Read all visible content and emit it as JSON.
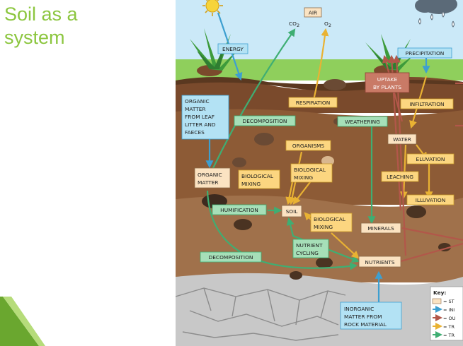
{
  "slide": {
    "title": "Soil as a\nsystem"
  },
  "colors": {
    "title": "#8cc63f",
    "store": "#fbe3c2",
    "input": "#b3e2f4",
    "output": "#c97a66",
    "transfer": "#fcd680",
    "transformation": "#a6dfb8",
    "sky": "#cbe9f8",
    "grass": "#8fcf5c"
  },
  "diagram": {
    "gases": {
      "air": "AIR",
      "co2": "CO",
      "co2_sub": "2",
      "o2": "O",
      "o2_sub": "2"
    },
    "inputs": {
      "energy": "ENERGY",
      "precipitation": "PRECIPITATION",
      "organic_leaf": [
        "ORGANIC",
        "MATTER",
        "FROM LEAF",
        "LITTER AND",
        "FAECES"
      ],
      "inorganic": [
        "INORGANIC",
        "MATTER FROM",
        "ROCK MATERIAL"
      ]
    },
    "outputs": {
      "uptake": [
        "UPTAKE",
        "BY PLANTS"
      ]
    },
    "transfers": {
      "respiration": "RESPIRATION",
      "infiltration": "INFILTRATION",
      "organisms": "ORGANISMS",
      "biomix_upper": [
        "BIOLOGICAL",
        "MIXING"
      ],
      "biomix_left": [
        "BIOLOGICAL",
        "MIXING"
      ],
      "biomix_right": [
        "BIOLOGICAL",
        "MIXING"
      ],
      "eluvation": "ELUVATION",
      "leaching": "LEACHING",
      "illuvation": "ILLUVATION"
    },
    "transformations": {
      "decomposition_top": "DECOMPOSITION",
      "weathering": "WEATHERING",
      "humification": "HUMIFICATION",
      "nutrient_cycling": [
        "NUTRIENT",
        "CYCLING"
      ],
      "decomposition_bottom": "DECOMPOSITION"
    },
    "stores": {
      "water": "WATER",
      "organic_matter": [
        "ORGANIC",
        "MATTER"
      ],
      "soil": "SOIL",
      "minerals": "MINERALS",
      "nutrients": "NUTRIENTS"
    },
    "key": {
      "title": "Key:",
      "items": [
        "= ST",
        "= INI",
        "= OU",
        "= TR",
        "= TR"
      ]
    }
  }
}
